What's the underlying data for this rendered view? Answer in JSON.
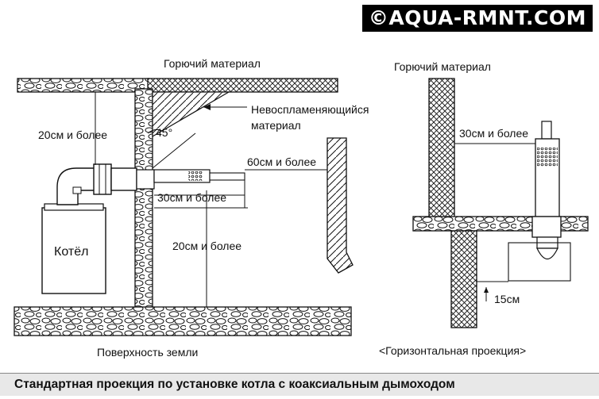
{
  "watermark": "©AQUA-RMNT.COM",
  "caption": "Стандартная проекция по установке котла с коаксиальным дымоходом",
  "left_view": {
    "flammable_label": "Горючий материал",
    "nonflammable_label": "Невоспламеняющийся\nматериал",
    "angle_label": "45°",
    "dim_top": "20см и более",
    "dim_right": "60см и более",
    "dim_pipe_below": "30см и более",
    "dim_bottom": "20см и более",
    "boiler_label": "Котёл",
    "ground_label": "Поверхность земли"
  },
  "right_view": {
    "flammable_label": "Горючий материал",
    "dim_wall": "30см и более",
    "dim_small": "15см",
    "projection_label": "<Горизонтальная проекция>"
  }
}
